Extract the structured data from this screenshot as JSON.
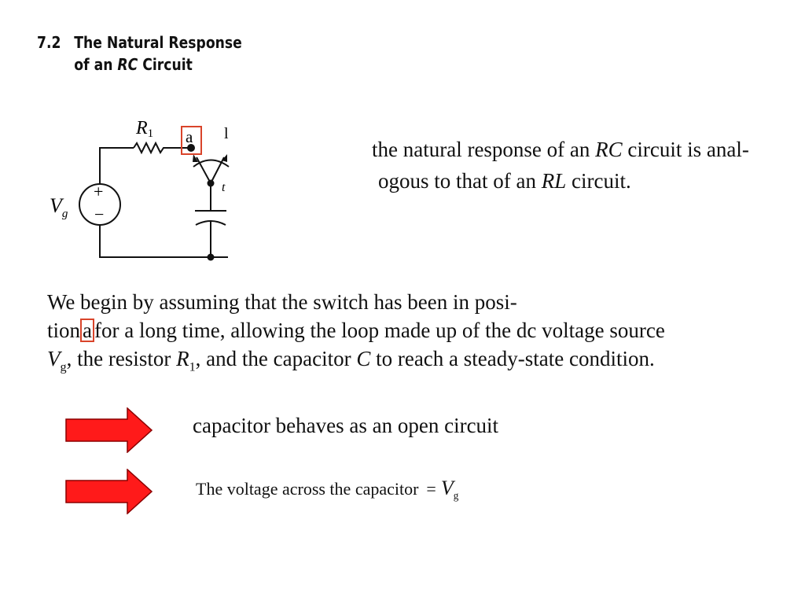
{
  "section": {
    "number": "7.2",
    "title_line1": "The Natural Response",
    "title_line2_pre": "of an ",
    "title_line2_em": "RC",
    "title_line2_post": " Circuit"
  },
  "circuit": {
    "resistor_label": "R",
    "resistor_sub": "1",
    "node_label": "a",
    "source_label": "V",
    "source_sub": "g",
    "plus": "+",
    "minus": "−",
    "switch_label": "t",
    "partial_label": "l"
  },
  "intro": {
    "l1_pre": "the natural response of an ",
    "l1_em": "RC",
    "l1_post": " circuit is anal-",
    "l2_pre": "ogous to that of an ",
    "l2_em": "RL",
    "l2_post": " circuit."
  },
  "paragraph": {
    "line1": "We begin by assuming that the switch has been in posi-",
    "line2_pre": "tion",
    "line2_mark": "a",
    "line2_post": "for a long time, allowing the loop made up of the dc voltage source",
    "line3_v": "V",
    "line3_vsub": "g",
    "line3_a": ", the resistor ",
    "line3_r": "R",
    "line3_rsub": "1",
    "line3_b": ", and the capacitor ",
    "line3_c": "C",
    "line3_c_post": " to reach a steady-state condition."
  },
  "bullets": {
    "b1": "capacitor behaves as an open circuit",
    "b2_text": "The voltage across the capacitor",
    "b2_eq": "=",
    "b2_sym": "V",
    "b2_sub": "g"
  },
  "colors": {
    "arrow_fill": "#ff1a1a",
    "arrow_stroke": "#8b0000",
    "highlight_box": "#d9442a"
  }
}
